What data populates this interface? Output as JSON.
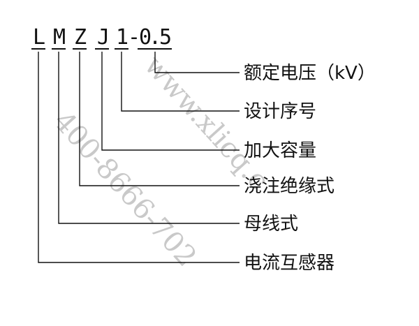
{
  "model_code": {
    "chars": [
      "L",
      "M",
      "Z",
      "J",
      "1",
      "-",
      "0",
      ".",
      "5"
    ]
  },
  "labels": {
    "rated_voltage": "额定电压（kV）",
    "design_serial": "设计序号",
    "enlarged_capacity": "加大容量",
    "cast_insulation": "浇注绝缘式",
    "busbar_type": "母线式",
    "current_transformer": "电流互感器"
  },
  "watermark": {
    "url": "www.xlicq.c",
    "phone": "400-8666-702"
  }
}
